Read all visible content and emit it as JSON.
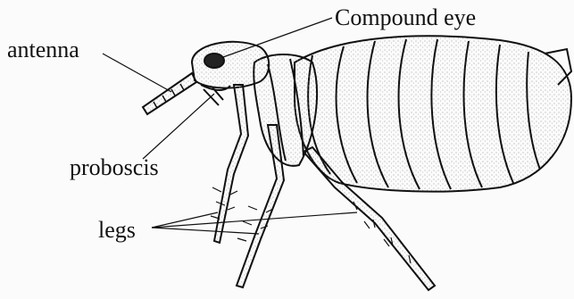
{
  "diagram": {
    "labels": {
      "compound_eye": "Compound eye",
      "antenna": "antenna",
      "proboscis": "proboscis",
      "legs": "legs"
    },
    "colors": {
      "ink": "#111111",
      "paper": "#fbfbfb",
      "stipple": "#9a9a9a"
    }
  }
}
